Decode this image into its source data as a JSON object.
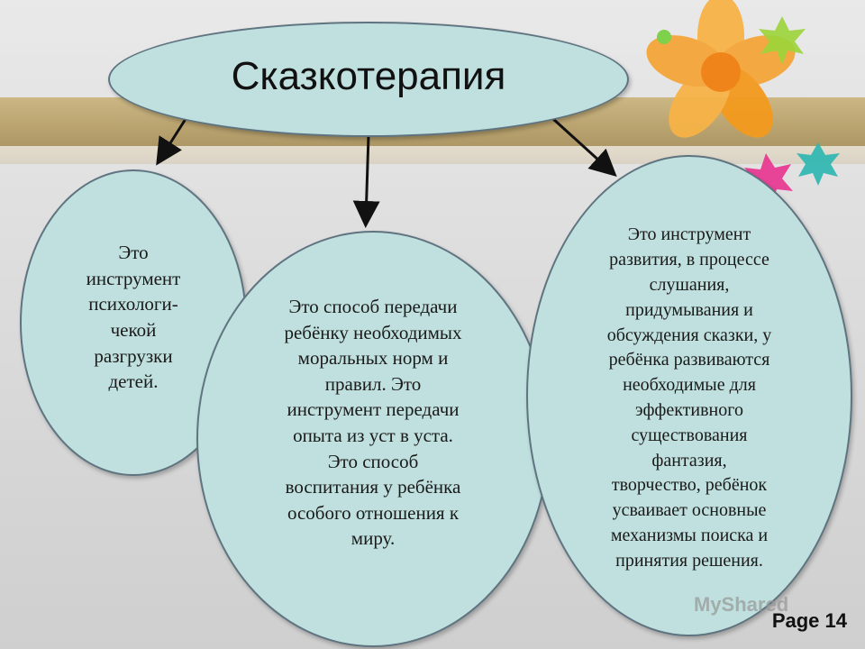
{
  "title": "Сказкотерапия",
  "ovals": [
    {
      "text": "Это\nинструмент\nпсихологи-\nчекой\nразгрузки\nдетей."
    },
    {
      "text": "Это способ передачи\nребёнку необходимых\nморальных норм и\nправил. Это\nинструмент передачи\nопыта из уст в уста.\nЭто способ\nвоспитания у ребёнка\nособого отношения к\nмиру."
    },
    {
      "text": "Это инструмент\nразвития, в процессе\nслушания,\nпридумывания и\nобсуждения сказки, у\nребёнка развиваются\nнеобходимые для\nэффективного\nсуществования\nфантазия,\nтворчество, ребёнок\nусваивает основные\nмеханизмы поиска и\nпринятия решения."
    }
  ],
  "watermark": "MyShared",
  "page_label": "Page 14",
  "colors": {
    "oval_fill": "#bfe0de",
    "oval_border": "#5f7480",
    "band": "#b59c62",
    "flower_orange": "#f39a1e",
    "flower_green": "#9bd43a",
    "flower_pink": "#e8338f",
    "flower_teal": "#2bb6b0"
  }
}
